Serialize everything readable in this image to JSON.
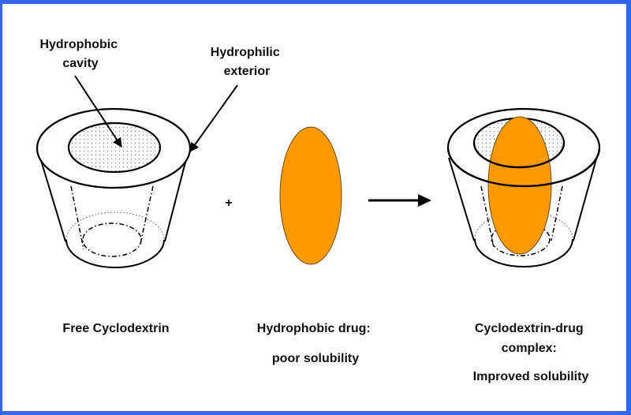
{
  "colors": {
    "border": "#3366ee",
    "drug": "#ff9900",
    "drug_outline": "#6b4a10",
    "line": "#000000",
    "cavity_dots": "#8a8a8a"
  },
  "annotations": {
    "hydrophobic_cavity": [
      "Hydrophobic",
      "cavity"
    ],
    "hydrophilic_exterior": [
      "Hydrophilic",
      "exterior"
    ]
  },
  "operators": {
    "plus": "+"
  },
  "captions": {
    "free_cyclodextrin": [
      "Free Cyclodextrin"
    ],
    "hydrophobic_drug": [
      "Hydrophobic drug:",
      "poor solubility"
    ],
    "complex": [
      "Cyclodextrin-drug",
      "complex:",
      "Improved solubility"
    ]
  }
}
